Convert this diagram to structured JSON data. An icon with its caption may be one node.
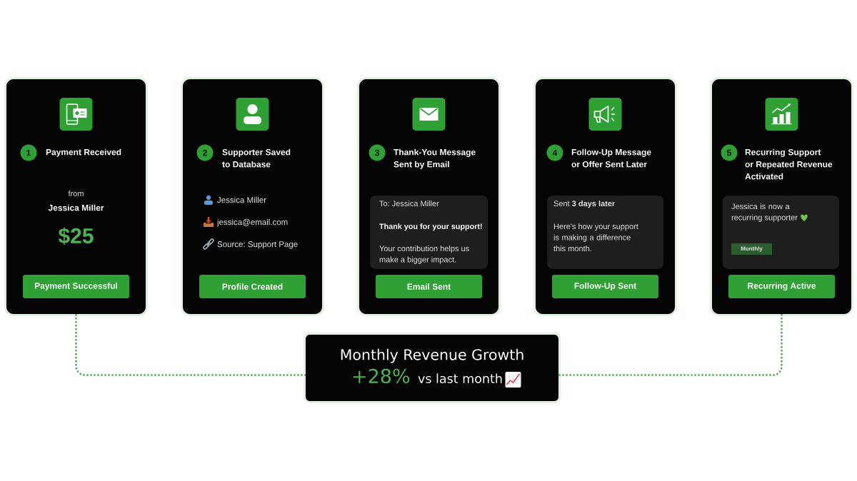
{
  "diagram": {
    "nodes": [
      {
        "text": [
          "Payment Received",
          "from",
          "Jessica Miller",
          "$25"
        ]
      },
      {
        "text": [
          "1"
        ],
        "in": 0
      },
      {
        "text": [
          "Payment Successful"
        ],
        "in": 0
      },
      {
        "text": [
          "Supporter Saved to Database",
          "Jessica Miller",
          "jessica@email.com",
          "Source: Support Page"
        ]
      },
      {
        "text": [
          "2"
        ],
        "in": 3
      },
      {
        "text": [
          "Profile Created"
        ],
        "in": 3
      },
      {
        "text": [
          "Thank-You Message Sent by Email"
        ]
      },
      {
        "text": [
          "3"
        ],
        "in": 6
      },
      {
        "text": [
          "To: Jessica Miller",
          "Thank you for your support!",
          "Your contribution helps us make a bigger impact."
        ],
        "in": 6
      },
      {
        "text": [
          "Email Sent"
        ],
        "in": 6
      },
      {
        "text": [
          "Follow-Up Message or Offer Sent Later"
        ]
      },
      {
        "text": [
          "4"
        ],
        "in": 10
      },
      {
        "text": [
          "Sent **3 days later**",
          "Here's how your support is making a difference this month."
        ],
        "in": 10
      },
      {
        "text": [
          "Follow-Up Sent"
        ],
        "in": 10
      },
      {
        "text": [
          "Recurring Support or Repeated Revenue Activated"
        ]
      },
      {
        "text": [
          "5"
        ],
        "in": 14
      },
      {
        "text": [
          "Jessica is now a recurring supporter"
        ],
        "in": 14
      },
      {
        "text": [
          "Monthly"
        ],
        "in": 16
      },
      {
        "text": [
          "Recurring Active"
        ],
        "in": 14
      },
      {
        "text": [
          "Monthly Revenue Growth",
          "+28%",
          "vs last month"
        ]
      }
    ],
    "edges": [
      {
        "from": 0,
        "to": 19,
        "arrow": "none",
        "style": "dashed"
      },
      {
        "from": 14,
        "to": 19,
        "arrow": "none",
        "style": "dashed"
      }
    ]
  }
}
